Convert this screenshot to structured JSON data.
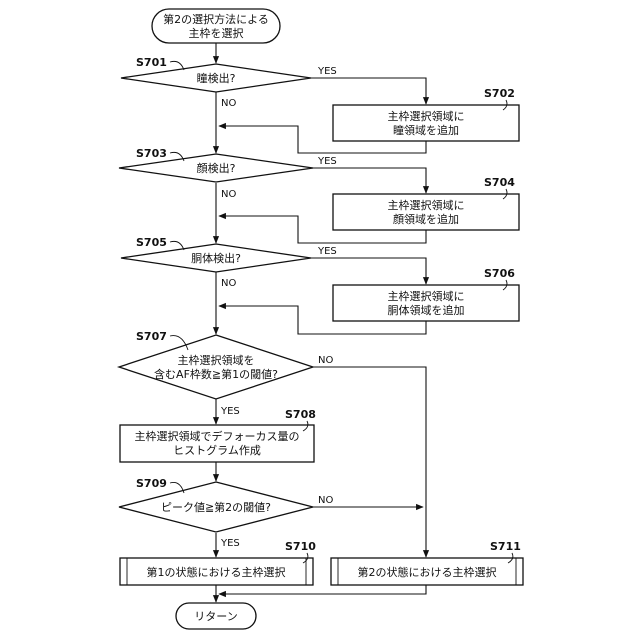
{
  "nodes": {
    "start": [
      "第2の選択方法による",
      "主枠を選択"
    ],
    "q_eye": [
      "瞳検出?"
    ],
    "add_eye": [
      "主枠選択領域に",
      "瞳領域を追加"
    ],
    "q_face": [
      "顔検出?"
    ],
    "add_face": [
      "主枠選択領域に",
      "顔領域を追加"
    ],
    "q_body": [
      "胴体検出?"
    ],
    "add_body": [
      "主枠選択領域に",
      "胴体領域を追加"
    ],
    "q_af": [
      "主枠選択領域を",
      "含むAF枠数≧第1の閾値?"
    ],
    "histogram": [
      "主枠選択領域でデフォーカス量の",
      "ヒストグラム作成"
    ],
    "q_peak": [
      "ピーク値≧第2の閾値?"
    ],
    "sel_state1": [
      "第1の状態における主枠選択"
    ],
    "sel_state2": [
      "第2の状態における主枠選択"
    ],
    "end": [
      "リターン"
    ]
  },
  "steps": {
    "s701": "S701",
    "s702": "S702",
    "s703": "S703",
    "s704": "S704",
    "s705": "S705",
    "s706": "S706",
    "s707": "S707",
    "s708": "S708",
    "s709": "S709",
    "s710": "S710",
    "s711": "S711"
  },
  "branch_labels": {
    "yes": "YES",
    "no": "NO"
  }
}
